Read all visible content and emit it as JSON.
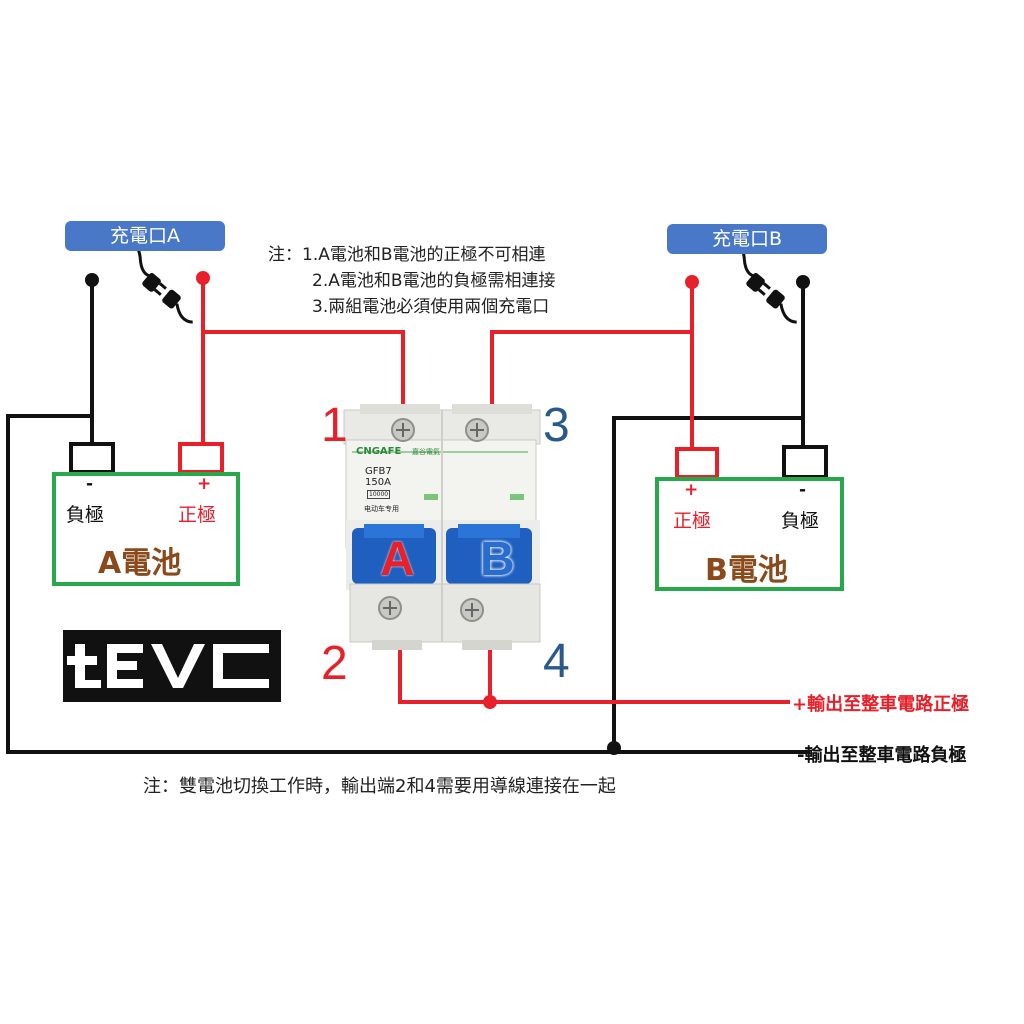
{
  "ports": {
    "a_label": "充電口A",
    "b_label": "充電口B"
  },
  "notes": {
    "line1": "注：1.A電池和B電池的正極不可相連",
    "line2": "2.A電池和B電池的負極需相連接",
    "line3": "3.兩組電池必須使用兩個充電口",
    "bottom": "注：雙電池切換工作時，輸出端2和4需要用導線連接在一起"
  },
  "battery_a": {
    "title": "A電池",
    "neg_sign": "-",
    "neg_label": "負極",
    "pos_sign": "+",
    "pos_label": "正極"
  },
  "battery_b": {
    "title": "B電池",
    "pos_sign": "+",
    "pos_label": "正極",
    "neg_sign": "-",
    "neg_label": "負極"
  },
  "breaker": {
    "brand": "CNGAFE",
    "brand_sub": "嘉谷電氣",
    "model": "GFB7",
    "rating": "150A",
    "code": "10000",
    "usage": "电动车专用",
    "pole_a": "A",
    "pole_b": "B"
  },
  "terminals": {
    "t1": "1",
    "t2": "2",
    "t3": "3",
    "t4": "4"
  },
  "outputs": {
    "positive": "+輸出至整車電路正極",
    "negative": "-輸出至整車電路負極"
  },
  "logo": {
    "text": "tEVC"
  },
  "colors": {
    "wire_red": "#e8202a",
    "wire_black": "#111111",
    "battery_border": "#27a84a",
    "port_button": "#4a78c9",
    "label_red": "#e8202a",
    "label_blue": "#2a5a8c",
    "breaker_blue": "#1f5fbf"
  }
}
